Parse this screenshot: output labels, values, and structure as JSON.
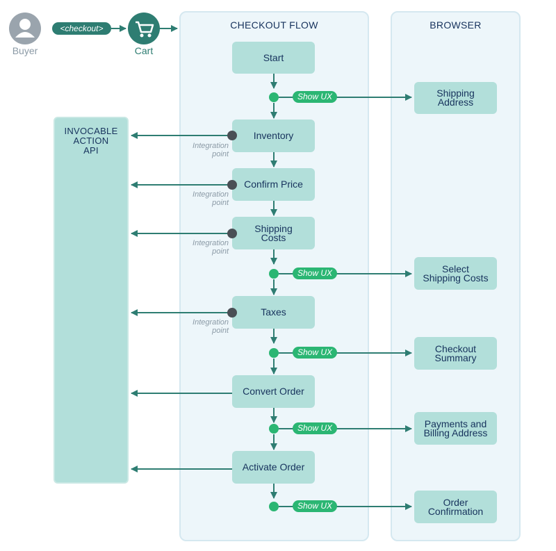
{
  "lanes": {
    "checkout_flow": "CHECKOUT FLOW",
    "browser": "BROWSER"
  },
  "api_label": "INVOCABLE\nACTION\nAPI",
  "actors": {
    "buyer": "Buyer",
    "checkout_tag": "<checkout>",
    "cart": "Cart"
  },
  "flow_steps": {
    "start": "Start",
    "inventory": "Inventory",
    "confirm_price": "Confirm Price",
    "shipping_costs": "Shipping\nCosts",
    "taxes": "Taxes",
    "convert_order": "Convert Order",
    "activate_order": "Activate Order"
  },
  "browser_steps": {
    "shipping_address": "Shipping\nAddress",
    "select_shipping_costs": "Select\nShipping Costs",
    "checkout_summary": "Checkout\nSummary",
    "payments_billing": "Payments and\nBilling Address",
    "order_confirmation": "Order\nConfirmation"
  },
  "show_ux_label": "Show UX",
  "integration_point_label": "Integration\npoint",
  "colors": {
    "accent_teal": "#2e7d72",
    "node_fill": "#b2dfda",
    "show_ux_green": "#2bb673",
    "integration_dot": "#4a4f55",
    "lane_fill": "#edf6fa",
    "muted_text": "#8b9aa6"
  }
}
